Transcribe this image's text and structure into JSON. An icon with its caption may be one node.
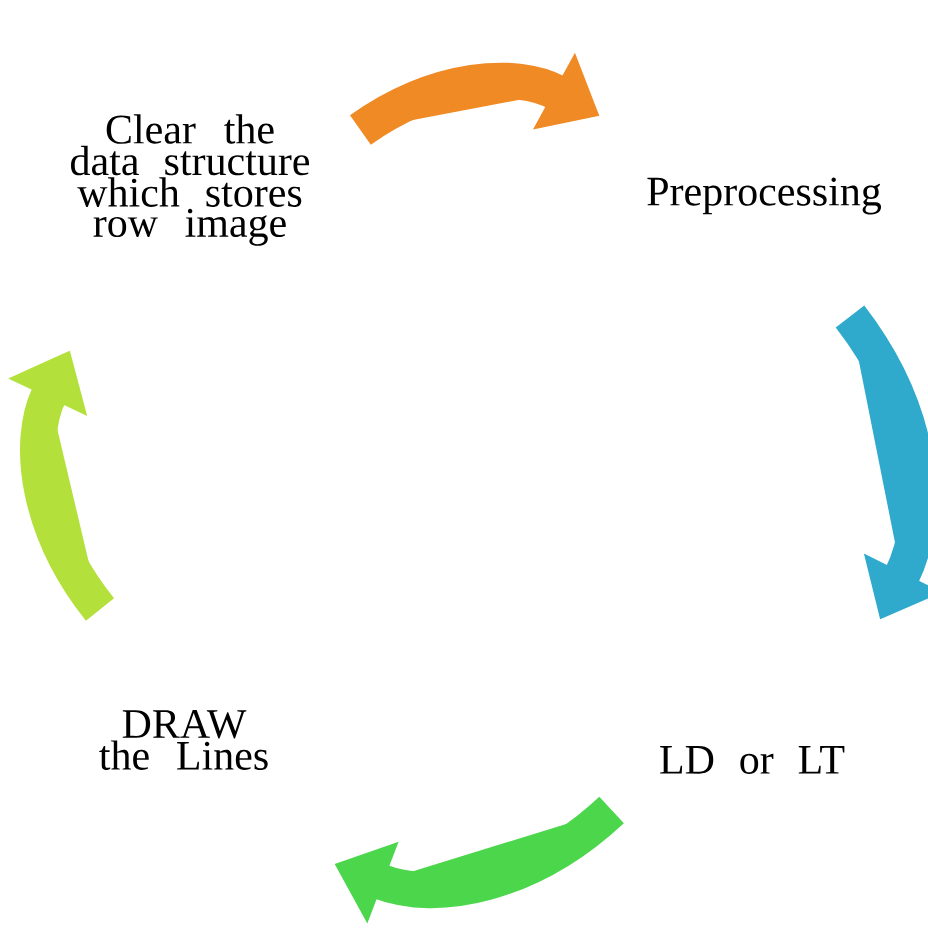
{
  "diagram": {
    "nodes": [
      {
        "text": [
          "Clear the data structure which stores row image"
        ]
      },
      {
        "text": [
          "Preprocessing"
        ]
      },
      {
        "text": [
          "LD or LT"
        ]
      },
      {
        "text": [
          "DRAW the Lines"
        ]
      }
    ],
    "edges": [
      {
        "from": 0,
        "to": 1,
        "arrow": "to",
        "color": "#f08a24"
      },
      {
        "from": 1,
        "to": 2,
        "arrow": "to",
        "color": "#2fa9cc"
      },
      {
        "from": 2,
        "to": 3,
        "arrow": "to",
        "color": "#4cd64c"
      },
      {
        "from": 3,
        "to": 0,
        "arrow": "to",
        "color": "#b3e03a"
      }
    ]
  }
}
